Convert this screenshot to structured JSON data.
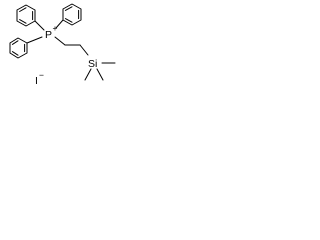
{
  "atoms": {
    "phosphorus": "P",
    "phosphorus_charge": "+",
    "silicon": "Si",
    "iodide": "I",
    "iodide_charge": "−"
  },
  "colors": {
    "bond": "#000000",
    "text": "#000000",
    "background": "#ffffff"
  }
}
